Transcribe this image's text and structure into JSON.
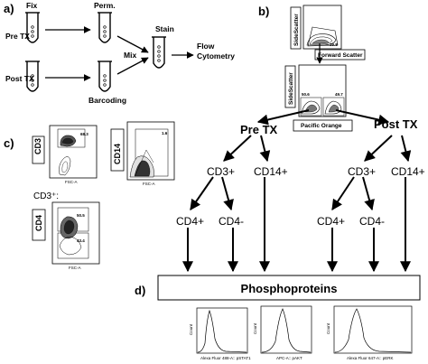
{
  "panels": {
    "a": "a)",
    "b": "b)",
    "c": "c)",
    "d": "d)"
  },
  "workflow": {
    "fix": "Fix",
    "perm": "Perm.",
    "stain": "Stain",
    "pre_tx": "Pre TX",
    "post_tx": "Post TX",
    "mix": "Mix",
    "barcoding": "Barcoding",
    "flow_line1": "Flow",
    "flow_line2": "Cytometry"
  },
  "gating_b": {
    "plot1_y": "SideScatter",
    "plot1_x": "Forward Scatter",
    "plot1_gate": "39.8",
    "plot2_y": "SideScatter",
    "plot2_x": "Pacific Orange",
    "plot2_gate_left": "50.6",
    "plot2_gate_right": "49.7"
  },
  "tree": {
    "pre_tx": "Pre TX",
    "post_tx": "Post TX",
    "cd3": "CD3+",
    "cd14": "CD14+",
    "cd4pos": "CD4+",
    "cd4neg": "CD4-"
  },
  "gating_c": {
    "cd3_label": "CD3",
    "cd3_gate": "68.3",
    "cd3_x": "FSC-A",
    "cd14_label": "CD14",
    "cd14_gate": "1.6",
    "cd14_x": "FSC-A",
    "cd3plus_label": "CD3⁺:",
    "cd4_label": "CD4",
    "cd4_gate_top": "50.5",
    "cd4_gate_bottom": "43.4",
    "cd4_x": "FSC-A"
  },
  "phospho": {
    "title": "Phosphoproteins",
    "h1_x": "Alexa Fluor 488-A:: pSTAT1",
    "h2_x": "APC-A:: pAKT",
    "h3_x": "Alexa Fluor 647-A:: pERK",
    "count_label": "Count"
  },
  "colors": {
    "ink": "#000000",
    "background": "#ffffff",
    "gate_fill": "#f2f2f2"
  }
}
